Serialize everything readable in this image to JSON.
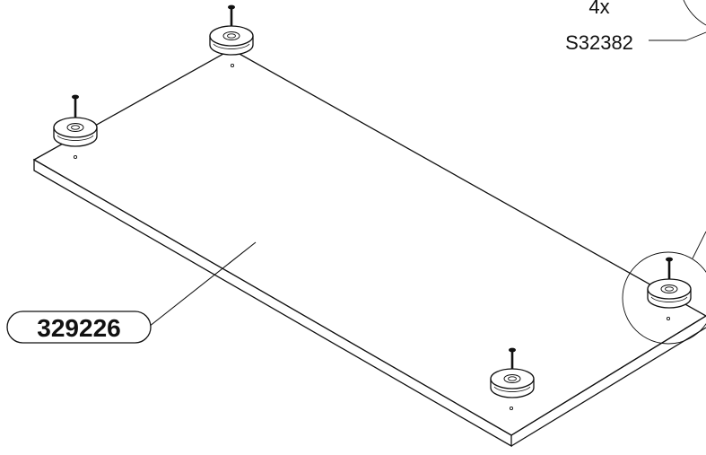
{
  "callout": {
    "quantity": "4x",
    "hardware_code": "S32382"
  },
  "part": {
    "number": "329226"
  },
  "colors": {
    "line": "#111111",
    "background": "#ffffff"
  },
  "icons": [
    "furniture-glide-icon",
    "screw-icon",
    "detail-circle-icon"
  ]
}
